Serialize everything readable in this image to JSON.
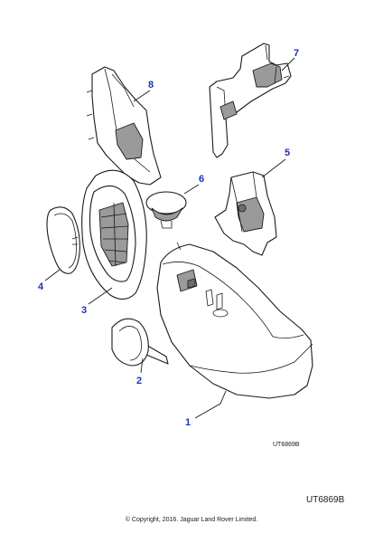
{
  "callouts": [
    {
      "id": "1",
      "label": "1"
    },
    {
      "id": "2",
      "label": "2"
    },
    {
      "id": "3",
      "label": "3"
    },
    {
      "id": "4",
      "label": "4"
    },
    {
      "id": "5",
      "label": "5"
    },
    {
      "id": "6",
      "label": "6"
    },
    {
      "id": "7",
      "label": "7"
    },
    {
      "id": "8",
      "label": "8"
    }
  ],
  "figure_ref_small": "UT6869B",
  "figure_ref_large": "UT6869B",
  "copyright": "© Copyright, 2016. Jaguar Land Rover Limited.",
  "colors": {
    "callout": "#1f2fbf",
    "line": "#1a1a1a",
    "shade": "#9a9a9a"
  }
}
